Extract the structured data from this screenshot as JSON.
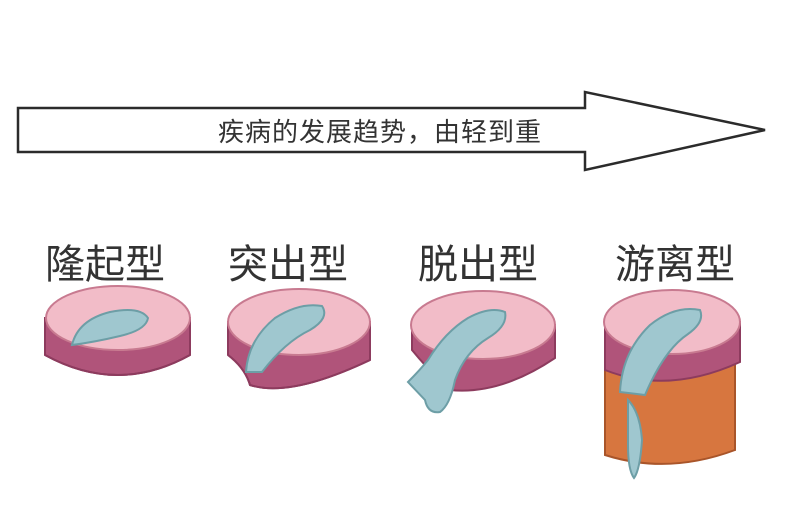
{
  "arrow": {
    "label": "疾病的发展趋势，由轻到重"
  },
  "stages": [
    {
      "label": "隆起型",
      "illustration": "disc-bulge"
    },
    {
      "label": "突出型",
      "illustration": "disc-protrusion"
    },
    {
      "label": "脱出型",
      "illustration": "disc-extrusion"
    },
    {
      "label": "游离型",
      "illustration": "disc-sequestration"
    }
  ],
  "colors": {
    "disc_top": "#f2bcc8",
    "disc_top_edge": "#c87a90",
    "disc_side": "#b0547a",
    "disc_side_dark": "#8d3b5e",
    "nucleus": "#9fc7cf",
    "nucleus_edge": "#6d9ea6",
    "canal": "#d7763f"
  }
}
